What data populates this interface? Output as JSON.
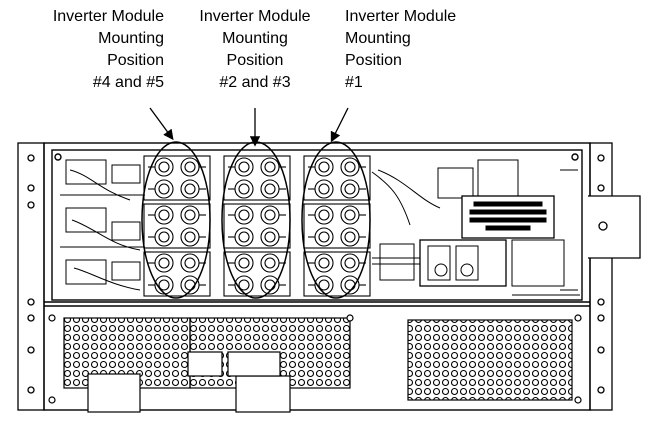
{
  "callouts": [
    {
      "id": "pos45",
      "lines": [
        "Inverter Module",
        "Mounting",
        "Position",
        "#4 and #5"
      ]
    },
    {
      "id": "pos23",
      "lines": [
        "Inverter Module",
        "Mounting",
        "Position",
        "#2 and #3"
      ]
    },
    {
      "id": "pos1",
      "lines": [
        "Inverter Module",
        "Mounting",
        "Position",
        "#1"
      ]
    }
  ]
}
